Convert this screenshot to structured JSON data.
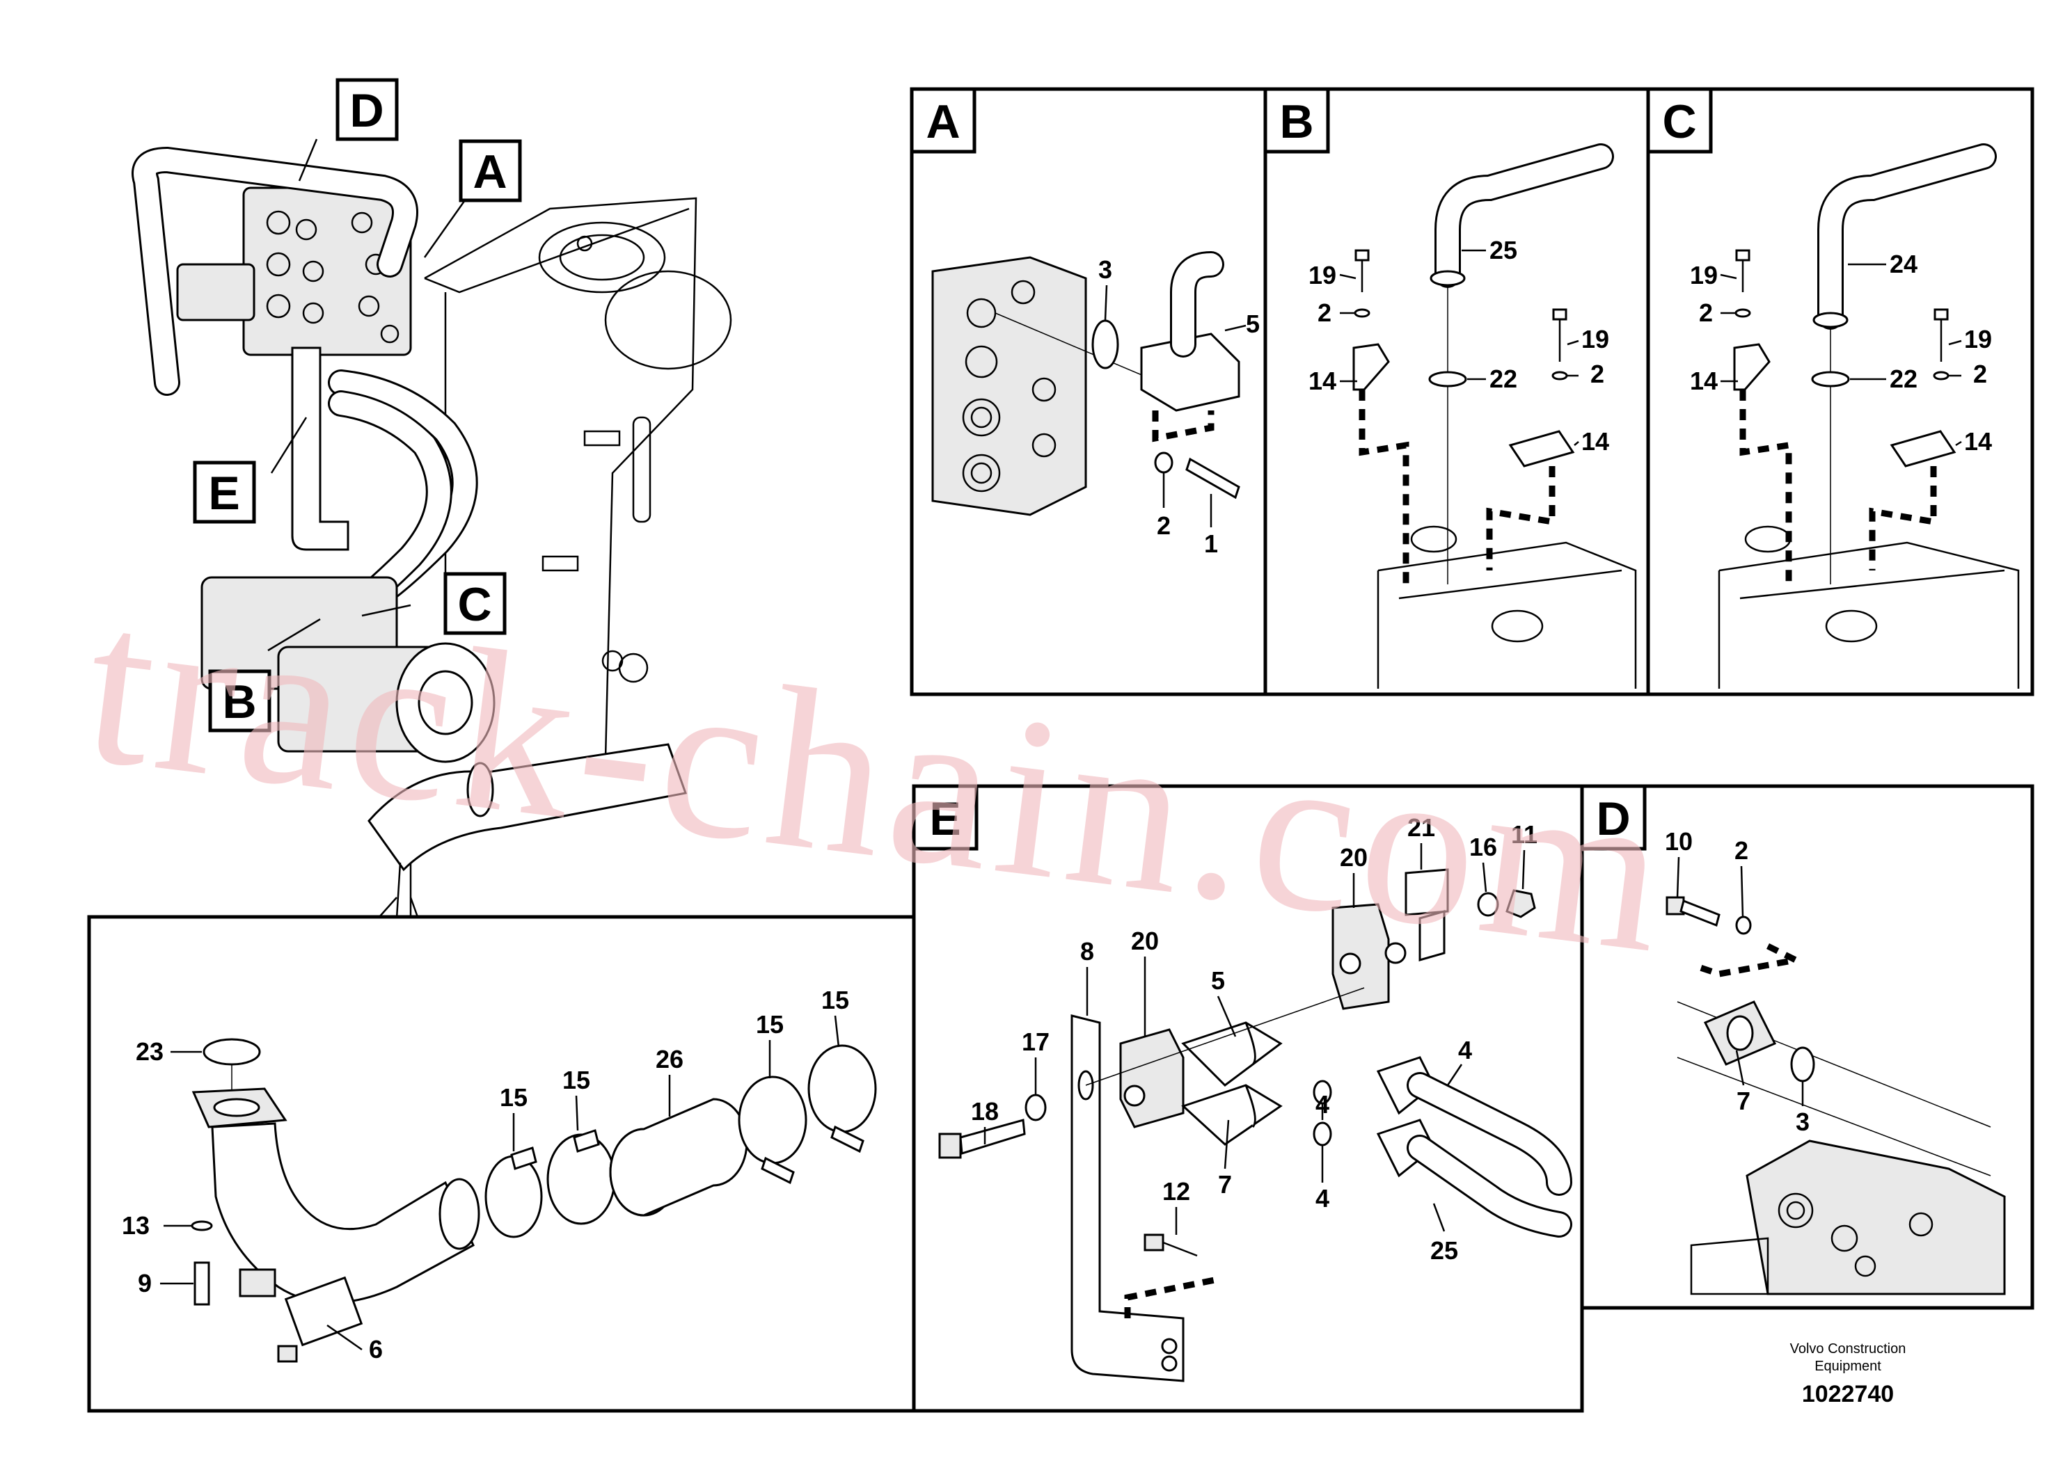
{
  "detail_tags": {
    "a": "A",
    "b": "B",
    "c": "C",
    "d": "D",
    "e": "E"
  },
  "callouts": {
    "panel_a": [
      "3",
      "5",
      "2",
      "1"
    ],
    "panel_b": [
      "19",
      "2",
      "14",
      "25",
      "22",
      "19",
      "2",
      "14"
    ],
    "panel_c": [
      "19",
      "2",
      "14",
      "24",
      "22",
      "19",
      "2",
      "14"
    ],
    "panel_bottom": [
      "23",
      "13",
      "9",
      "6",
      "15",
      "15",
      "26",
      "15",
      "15"
    ],
    "panel_e": [
      "8",
      "18",
      "17",
      "20",
      "5",
      "20",
      "21",
      "16",
      "11",
      "4",
      "4",
      "4",
      "7",
      "12",
      "25"
    ],
    "panel_d": [
      "10",
      "2",
      "7",
      "3"
    ]
  },
  "watermark": "track-chain.com",
  "footer": {
    "company_line1": "Volvo Construction",
    "company_line2": "Equipment",
    "drawing_number": "1022740"
  }
}
